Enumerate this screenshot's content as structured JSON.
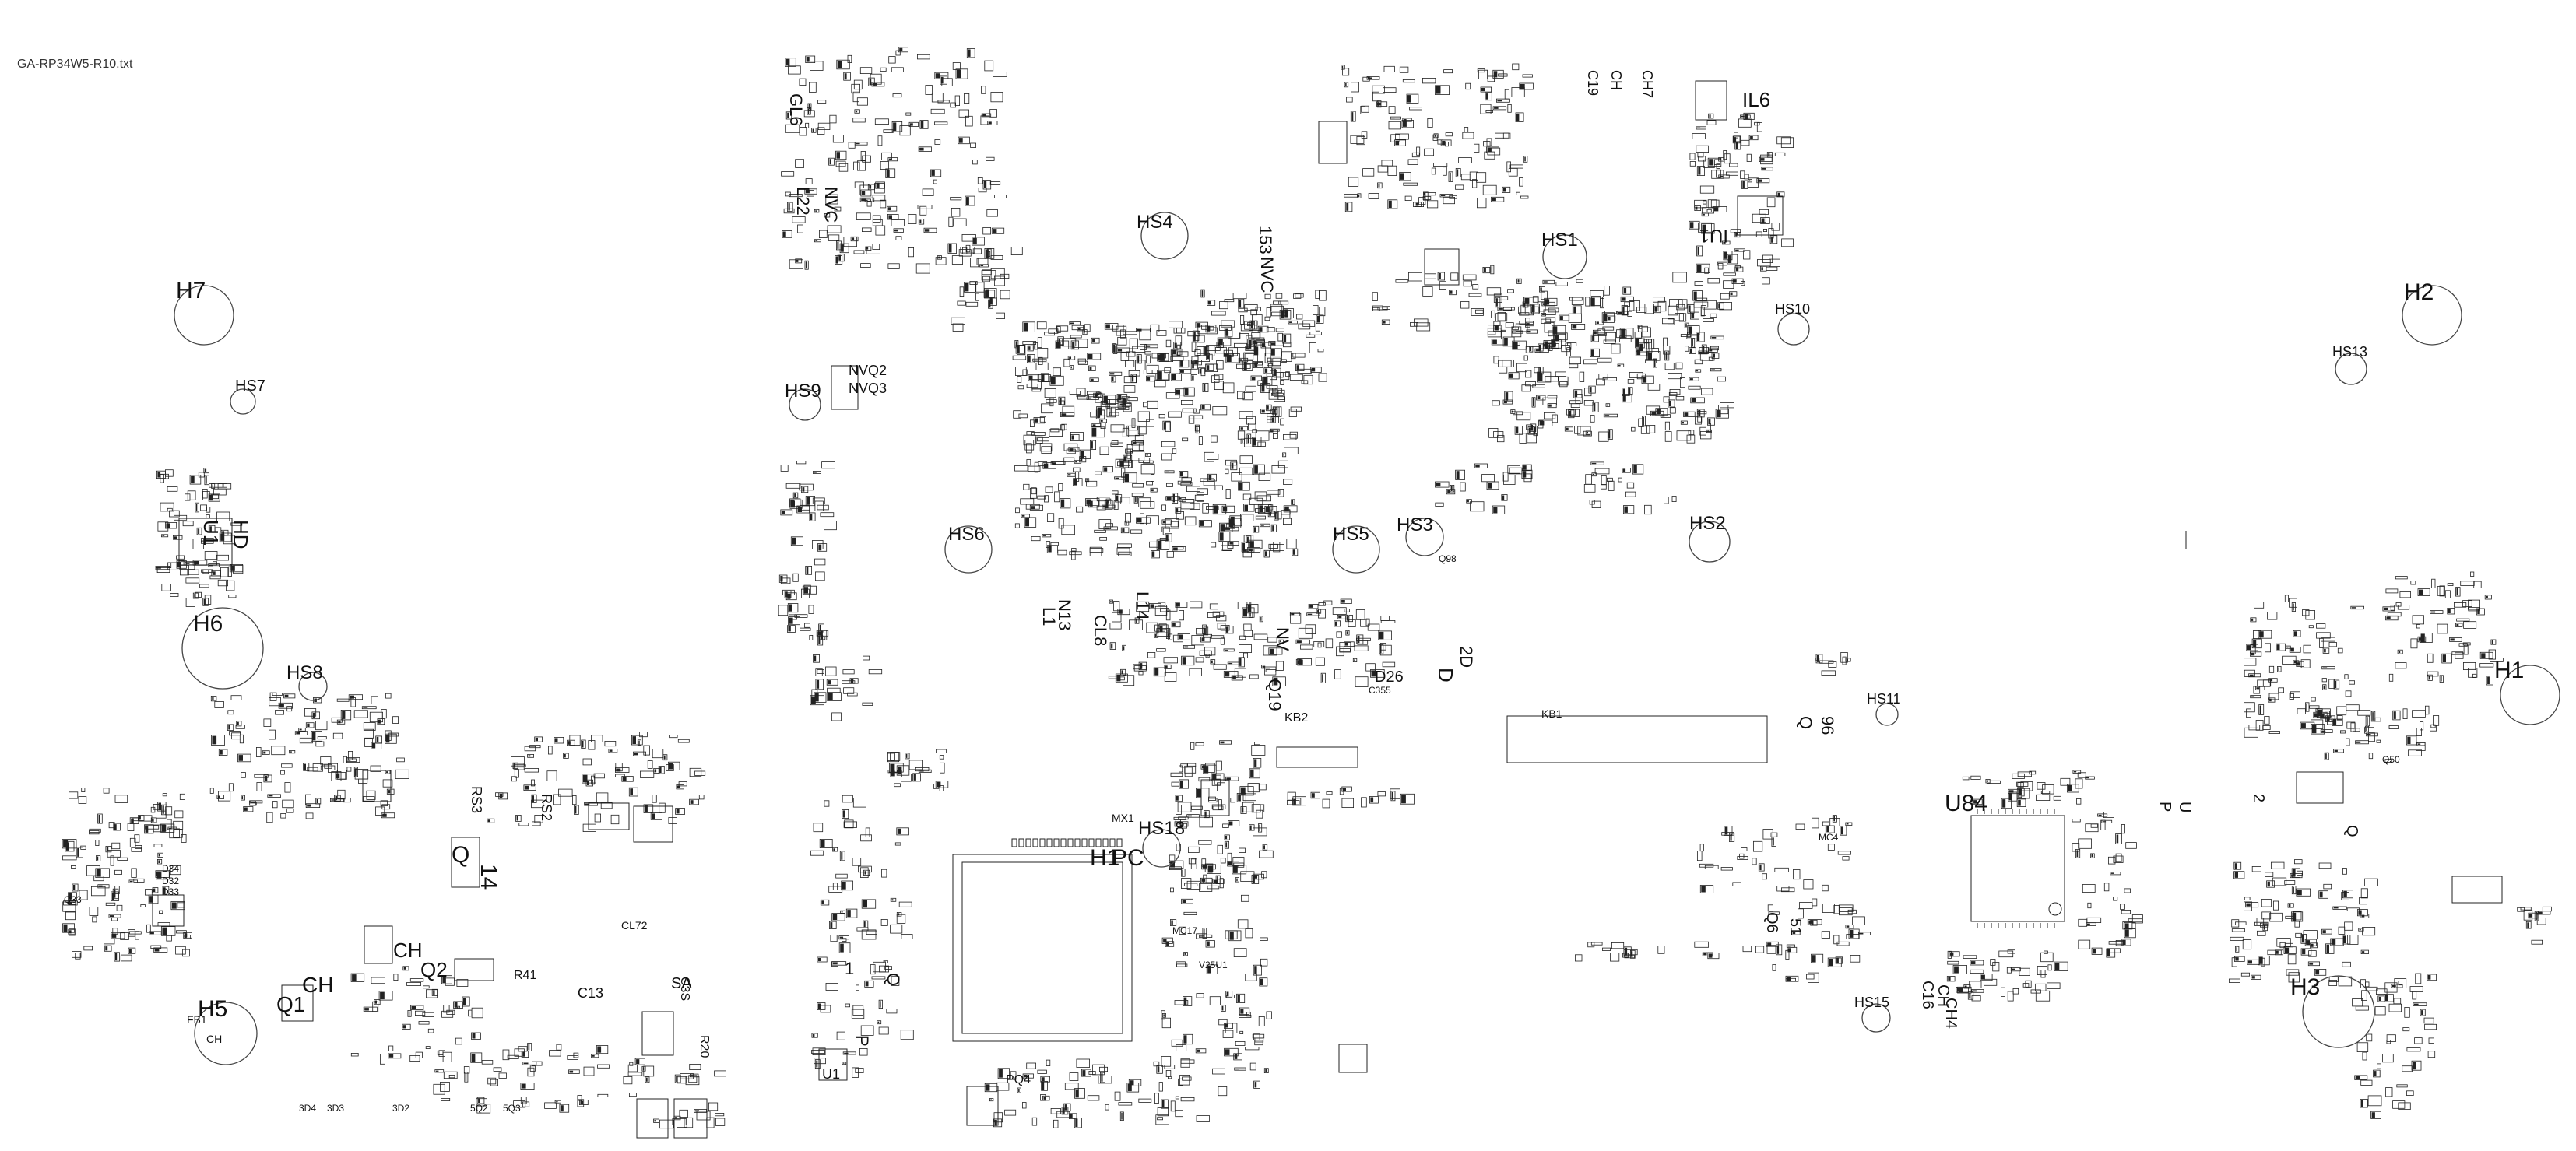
{
  "document": {
    "filename": "GA-RP34W5-R10.txt"
  },
  "layout_viewer": {
    "holes": [
      {
        "label": "H7"
      },
      {
        "label": "H6"
      },
      {
        "label": "H5"
      },
      {
        "label": "H2"
      },
      {
        "label": "H1"
      },
      {
        "label": "H3"
      },
      {
        "label": "HS4"
      },
      {
        "label": "HS1"
      },
      {
        "label": "HS10"
      },
      {
        "label": "HS13"
      },
      {
        "label": "HS9"
      },
      {
        "label": "HS6"
      },
      {
        "label": "HS5"
      },
      {
        "label": "HS3"
      },
      {
        "label": "HS2"
      },
      {
        "label": "HS8"
      },
      {
        "label": "HS18"
      },
      {
        "label": "HS11"
      },
      {
        "label": "HS15"
      },
      {
        "label": "HS7"
      }
    ],
    "large_labels": [
      {
        "text": "IL6"
      },
      {
        "text": "IU1"
      },
      {
        "text": "U84"
      },
      {
        "text": "H1"
      },
      {
        "text": "PC"
      },
      {
        "text": "KB1"
      },
      {
        "text": "KB2"
      },
      {
        "text": "D26"
      },
      {
        "text": "Q19"
      },
      {
        "text": "NV"
      },
      {
        "text": "CL8"
      },
      {
        "text": "L22"
      },
      {
        "text": "NVC"
      },
      {
        "text": "HD"
      },
      {
        "text": "U1"
      },
      {
        "text": "CH"
      },
      {
        "text": "Q1"
      },
      {
        "text": "Q2"
      },
      {
        "text": "CH"
      },
      {
        "text": "14"
      },
      {
        "text": "Q"
      },
      {
        "text": "R41"
      },
      {
        "text": "C13"
      },
      {
        "text": "SA"
      },
      {
        "text": "U1"
      },
      {
        "text": "C19"
      },
      {
        "text": "CH"
      },
      {
        "text": "CH7"
      },
      {
        "text": "Q"
      },
      {
        "text": "96"
      },
      {
        "text": "Q6"
      },
      {
        "text": "51"
      },
      {
        "text": "C16"
      },
      {
        "text": "CH"
      },
      {
        "text": "CH4"
      },
      {
        "text": "Q"
      },
      {
        "text": "2"
      },
      {
        "text": "P"
      },
      {
        "text": "U"
      },
      {
        "text": "Q50"
      },
      {
        "text": "NVQ2"
      },
      {
        "text": "NVQ3"
      },
      {
        "text": "FB1"
      },
      {
        "text": "CH"
      },
      {
        "text": "PQ4"
      },
      {
        "text": "MC4"
      },
      {
        "text": "MC17"
      },
      {
        "text": "V25U1"
      },
      {
        "text": "D"
      },
      {
        "text": "2D"
      },
      {
        "text": "Q98"
      },
      {
        "text": "C355"
      },
      {
        "text": "MX1"
      },
      {
        "text": "L14"
      },
      {
        "text": "N13"
      },
      {
        "text": "L1"
      },
      {
        "text": "153"
      },
      {
        "text": "NVC"
      },
      {
        "text": "RS3"
      },
      {
        "text": "RS2"
      },
      {
        "text": "CL72"
      },
      {
        "text": "Q33"
      },
      {
        "text": "D32"
      },
      {
        "text": "D33"
      },
      {
        "text": "D34"
      },
      {
        "text": "3D4"
      },
      {
        "text": "3D3"
      },
      {
        "text": "3D2"
      },
      {
        "text": "5Q2"
      },
      {
        "text": "5Q3"
      },
      {
        "text": "C3S"
      },
      {
        "text": "R20"
      },
      {
        "text": "GL6"
      },
      {
        "text": "Q"
      },
      {
        "text": "P"
      },
      {
        "text": "1"
      }
    ]
  }
}
